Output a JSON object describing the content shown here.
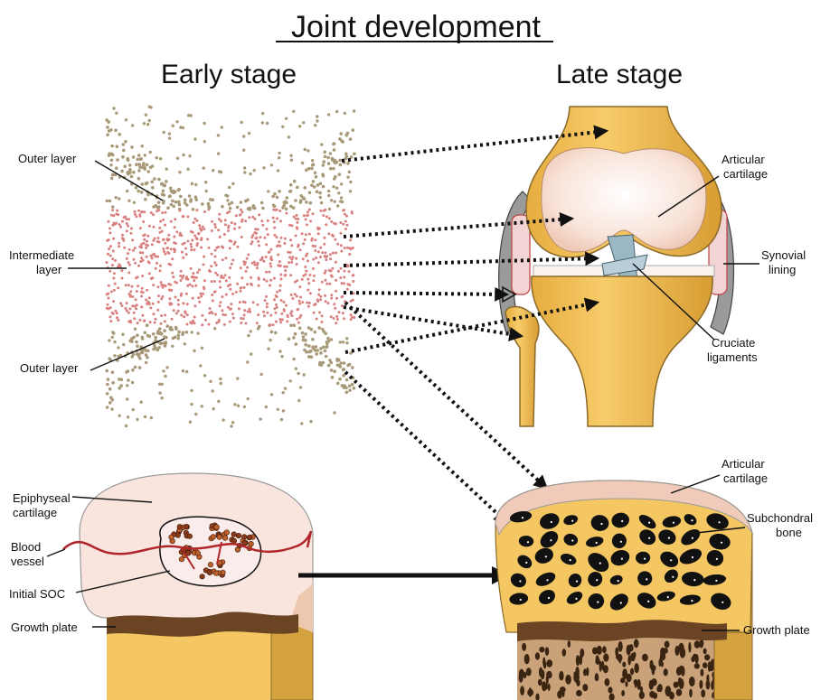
{
  "title": "Joint development",
  "early_stage": "Early stage",
  "late_stage": "Late stage",
  "early_labels": {
    "outer_layer_top": "Outer layer",
    "intermediate_1": "Intermediate",
    "intermediate_2": "layer",
    "outer_layer_bottom": "Outer layer"
  },
  "late_labels": {
    "articular_1": "Articular",
    "articular_2": "cartilage",
    "synovial_1": "Synovial",
    "synovial_2": "lining",
    "cruciate_1": "Cruciate",
    "cruciate_2": "ligaments"
  },
  "bottom_left_labels": {
    "epiphyseal_1": "Epiphyseal",
    "epiphyseal_2": "cartilage",
    "blood_1": "Blood",
    "blood_2": "vessel",
    "initial_soc": "Initial SOC",
    "growth_plate": "Growth plate"
  },
  "bottom_right_labels": {
    "articular_1": "Articular",
    "articular_2": "cartilage",
    "subchondral_1": "Subchondral",
    "subchondral_2": "bone",
    "growth_plate": "Growth plate"
  },
  "colors": {
    "outer_cells": "#a89a78",
    "intermediate_cells": "#d98080",
    "bone": "#f3c35c",
    "bone_dark": "#d9a441",
    "cartilage": "#f6e7e0",
    "blood": "#b0262a",
    "growth_plate": "#6b4424"
  }
}
